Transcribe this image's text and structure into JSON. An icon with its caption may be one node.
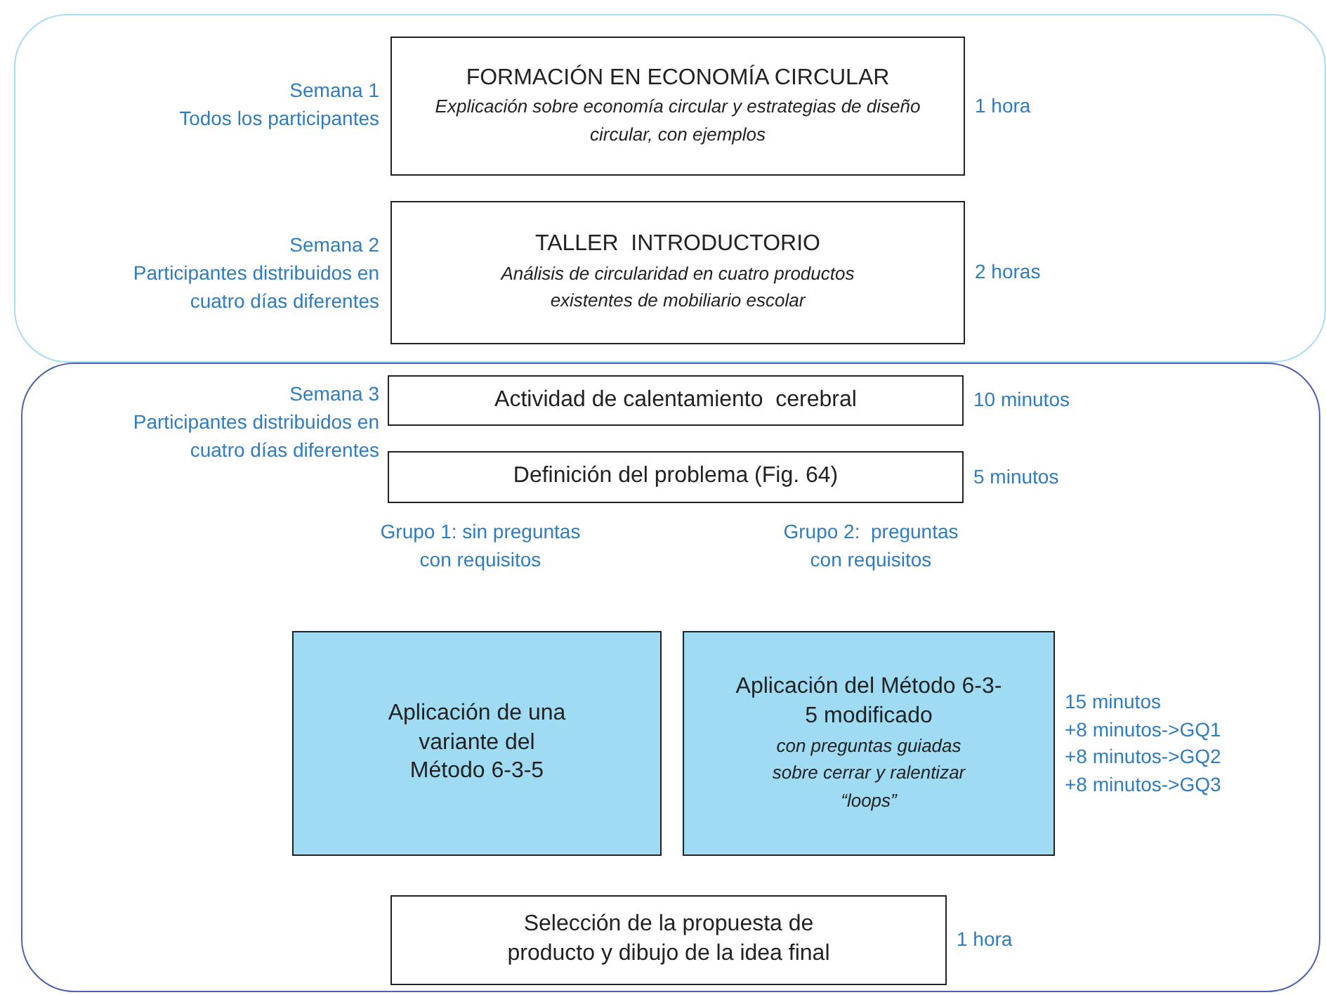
{
  "diagram": {
    "nodes": [
      {
        "text": [],
        "shape": "box"
      },
      {
        "text": [
          "FORMACIÓN EN ECONOMÍA CIRCULAR",
          "Explicación sobre economía circular y estrategias de diseño circular, con ejemplos"
        ],
        "in": 0,
        "beside": [
          "1 hora"
        ]
      },
      {
        "text": [
          "TALLER  INTRODUCTORIO",
          "Análisis de circularidad en cuatro productos existentes de mobiliario escolar"
        ],
        "in": 0,
        "beside": [
          "2 horas"
        ]
      },
      {
        "text": [],
        "shape": "box"
      },
      {
        "text": [
          "Actividad de calentamiento  cerebral"
        ],
        "in": 3,
        "beside": [
          "10 minutos"
        ]
      },
      {
        "text": [
          "Definición del problema (Fig. 64)"
        ],
        "in": 3,
        "beside": [
          "5 minutos"
        ]
      },
      {
        "text": [
          "Aplicación de una variante del Método 6-3-5"
        ],
        "in": 3
      },
      {
        "text": [
          "Aplicación del Método 6-3-5 modificado",
          "con preguntas guiadas sobre cerrar y ralentizar “loops”"
        ],
        "in": 3,
        "beside": [
          "15 minutos",
          "+8 minutos->GQ1",
          "+8 minutos->GQ2",
          "+8 minutos->GQ3"
        ]
      },
      {
        "text": [
          "Selección de la propuesta de producto y dibujo de la idea final"
        ],
        "in": 3,
        "beside": [
          "1 hora"
        ]
      }
    ],
    "labels": [
      "Semana 1",
      "Todos los participantes",
      "Semana 2",
      "Participantes distribuidos en cuatro días diferentes",
      "Semana 3",
      "Participantes distribuidos en cuatro días diferentes",
      "Grupo 1: sin preguntas con requisitos",
      "Grupo 2:  preguntas con requisitos"
    ]
  }
}
